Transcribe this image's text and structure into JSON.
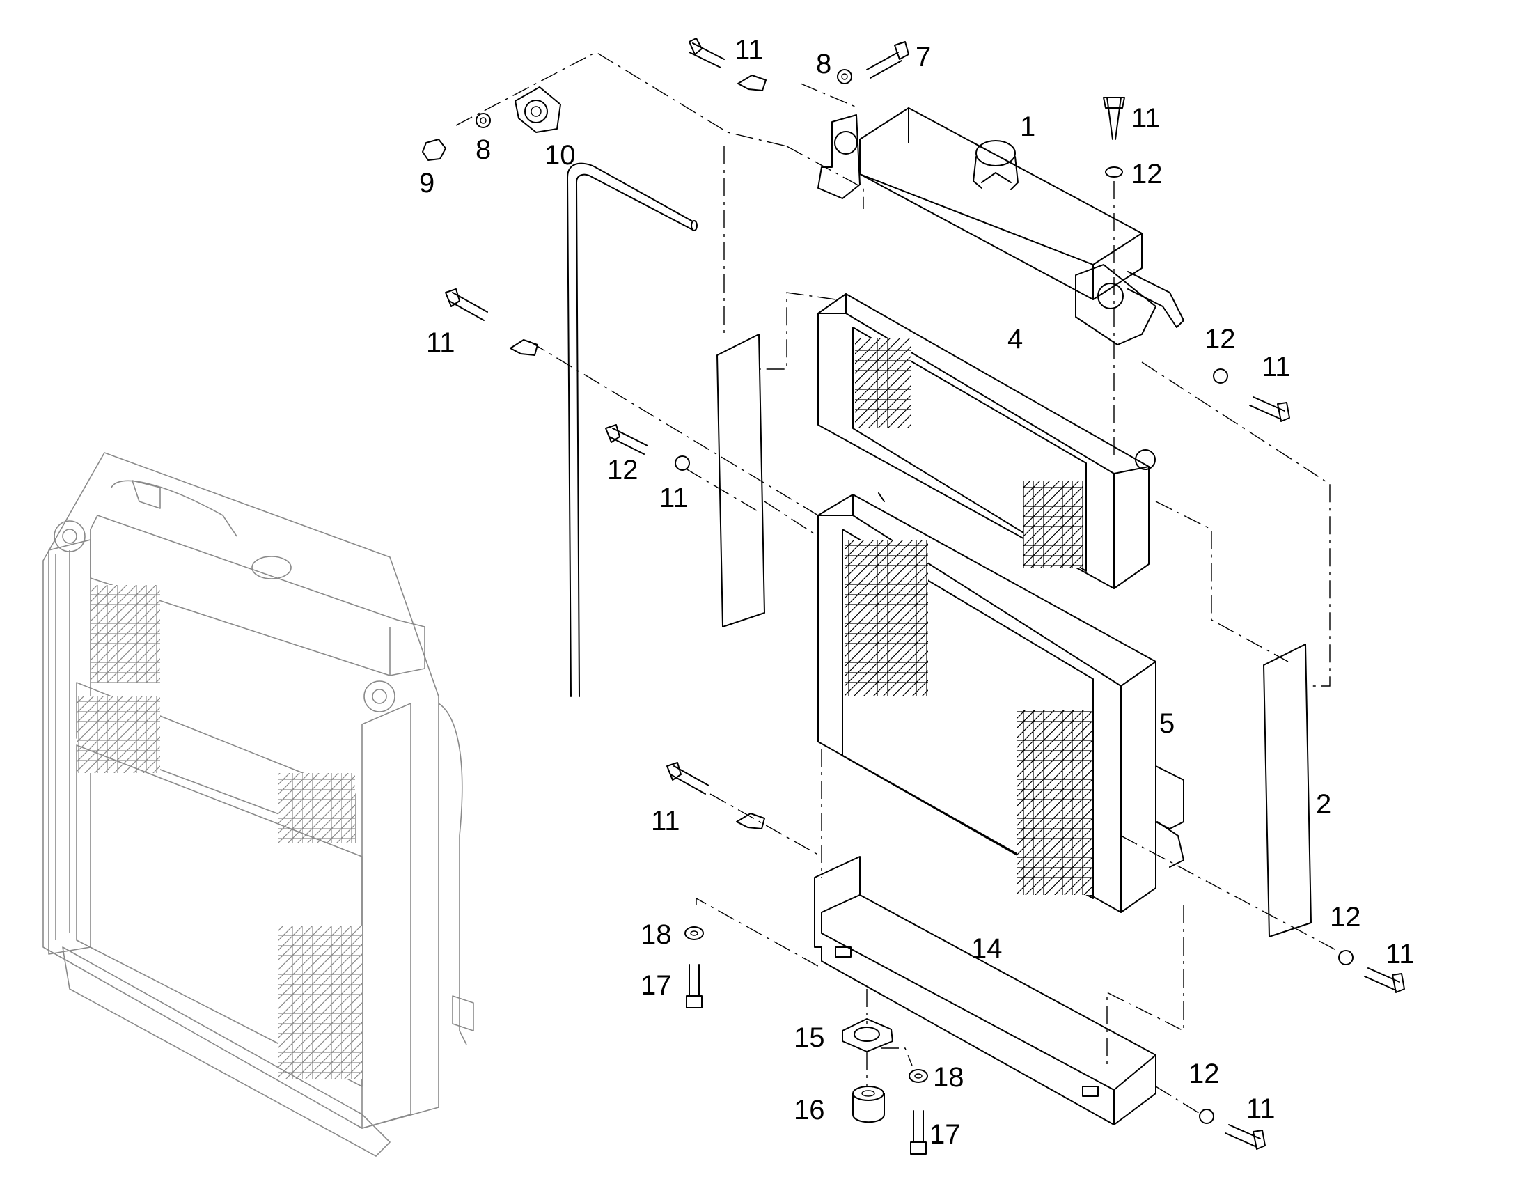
{
  "callouts": [
    {
      "id": "c1",
      "text": "1"
    },
    {
      "id": "c2",
      "text": "2"
    },
    {
      "id": "c4",
      "text": "4"
    },
    {
      "id": "c5",
      "text": "5"
    },
    {
      "id": "c7",
      "text": "7"
    },
    {
      "id": "c8a",
      "text": "8"
    },
    {
      "id": "c8b",
      "text": "8"
    },
    {
      "id": "c9",
      "text": "9"
    },
    {
      "id": "c10",
      "text": "10"
    },
    {
      "id": "c11a",
      "text": "11"
    },
    {
      "id": "c11b",
      "text": "11"
    },
    {
      "id": "c11c",
      "text": "11"
    },
    {
      "id": "c11d",
      "text": "11"
    },
    {
      "id": "c11e",
      "text": "11"
    },
    {
      "id": "c11f",
      "text": "11"
    },
    {
      "id": "c11g",
      "text": "11"
    },
    {
      "id": "c11h",
      "text": "11"
    },
    {
      "id": "c12a",
      "text": "12"
    },
    {
      "id": "c12b",
      "text": "12"
    },
    {
      "id": "c12c",
      "text": "12"
    },
    {
      "id": "c12d",
      "text": "12"
    },
    {
      "id": "c12e",
      "text": "12"
    },
    {
      "id": "c14",
      "text": "14"
    },
    {
      "id": "c15",
      "text": "15"
    },
    {
      "id": "c16",
      "text": "16"
    },
    {
      "id": "c17a",
      "text": "17"
    },
    {
      "id": "c17b",
      "text": "17"
    },
    {
      "id": "c18a",
      "text": "18"
    },
    {
      "id": "c18b",
      "text": "18"
    }
  ],
  "colors": {
    "line": "#000000",
    "ghost": "#8a8a8a",
    "background": "#ffffff"
  }
}
